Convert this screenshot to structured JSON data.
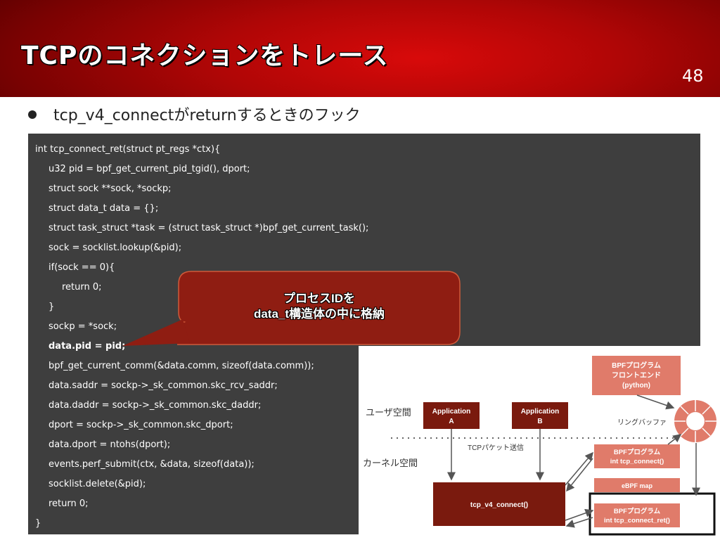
{
  "slide": {
    "title": "TCPのコネクションをトレース",
    "page_number": "48",
    "bullet": "tcp_v4_connectがreturnするときのフック"
  },
  "code": {
    "lines": [
      "int tcp_connect_ret(struct pt_regs *ctx){",
      "u32 pid = bpf_get_current_pid_tgid(), dport;",
      "struct sock **sock, *sockp;",
      "struct data_t data = {};",
      "struct task_struct *task = (struct task_struct *)bpf_get_current_task();",
      "sock = socklist.lookup(&pid);",
      "if(sock == 0){",
      "return 0;",
      "}",
      "sockp = *sock;",
      "data.pid = pid;",
      "bpf_get_current_comm(&data.comm, sizeof(data.comm));",
      "data.saddr = sockp->_sk_common.skc_rcv_saddr;",
      "data.daddr = sockp->_sk_common.skc_daddr;",
      "dport = sockp->_sk_common.skc_dport;",
      "data.dport = ntohs(dport);",
      "events.perf_submit(ctx, &data, sizeof(data));",
      "socklist.delete(&pid);",
      "return 0;",
      "}"
    ]
  },
  "callout": {
    "line1": "プロセスIDを",
    "line2": "data_t構造体の中に格納"
  },
  "diagram": {
    "user_space_label": "ユーザ空間",
    "kernel_space_label": "カーネル空間",
    "app_a_line1": "Application",
    "app_a_line2": "A",
    "app_b_line1": "Application",
    "app_b_line2": "B",
    "tcp_packet_label": "TCPパケット送信",
    "frontend_line1": "BPFプログラム",
    "frontend_line2": "フロントエンド",
    "frontend_line3": "(python)",
    "ring_buffer_label": "リングバッファ",
    "bpf_connect_line1": "BPFプログラム",
    "bpf_connect_line2": "int tcp_connect()",
    "ebpf_map_label": "eBPF map",
    "bpf_ret_line1": "BPFプログラム",
    "bpf_ret_line2": "int tcp_connect_ret()",
    "tcp_v4_connect_label": "tcp_v4_connect()"
  },
  "colors": {
    "header_red": "#b00606",
    "code_bg": "#3e3e3e",
    "callout_fill": "#8f1d12",
    "dark_box": "#7a1a0e",
    "light_box": "#e07b6a",
    "highlight_border": "#111111"
  }
}
